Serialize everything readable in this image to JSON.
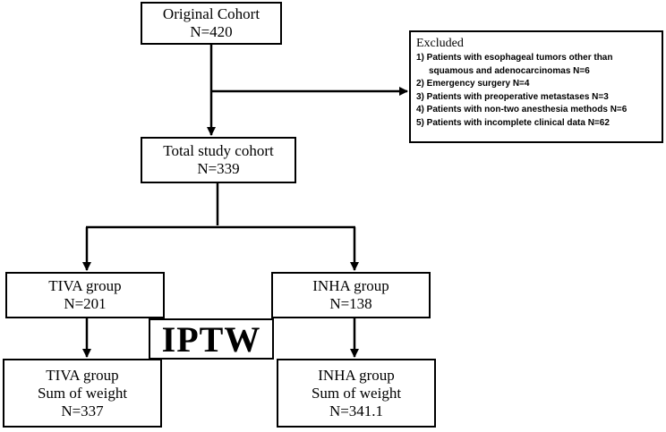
{
  "original_cohort": {
    "title": "Original Cohort",
    "n": "N=420"
  },
  "excluded": {
    "title": "Excluded",
    "items": [
      "1)  Patients with esophageal tumors other than",
      "squamous and adenocarcinomas N=6",
      "2)  Emergency surgery  N=4",
      "3)  Patients with preoperative metastases N=3",
      "4)  Patients with non-two anesthesia methods N=6",
      "5)  Patients with incomplete clinical data N=62"
    ]
  },
  "total_cohort": {
    "title": "Total study cohort",
    "n": "N=339"
  },
  "tiva_group": {
    "title": "TIVA group",
    "n": "N=201"
  },
  "inha_group": {
    "title": "INHA group",
    "n": "N=138"
  },
  "weighting_label": "IPTW",
  "tiva_weighted": {
    "title": "TIVA group",
    "subtitle": "Sum of weight",
    "n": "N=337"
  },
  "inha_weighted": {
    "title": "INHA group",
    "subtitle": "Sum of weight",
    "n": "N=341.1"
  }
}
